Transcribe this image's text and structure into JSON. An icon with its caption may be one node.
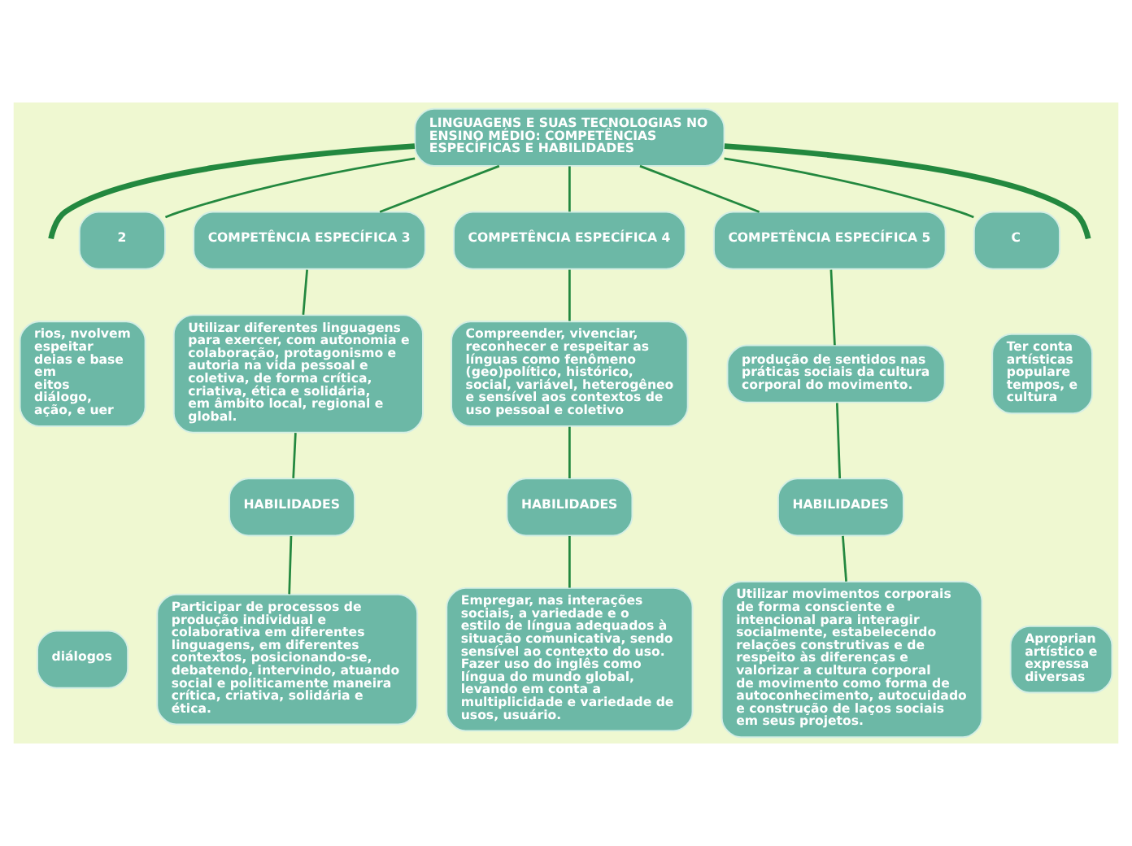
{
  "diagram": {
    "nodes": [
      {
        "text": [
          "LINGUAGENS E SUAS TECNOLOGIAS NO ENSINO MÉDIO: COMPETÊNCIAS ESPECÍFICAS E HABILIDADES"
        ]
      },
      {
        "text": [
          "2"
        ]
      },
      {
        "text": [
          "COMPETÊNCIA ESPECÍFICA 3"
        ]
      },
      {
        "text": [
          "COMPETÊNCIA ESPECÍFICA 4"
        ]
      },
      {
        "text": [
          "COMPETÊNCIA ESPECÍFICA 5"
        ]
      },
      {
        "text": [
          "C"
        ]
      },
      {
        "text": [
          "rios, nvolvem espeitar deias e base em",
          "eitos diálogo, ação, e uer"
        ]
      },
      {
        "text": [
          "Utilizar diferentes linguagens para exercer, com autonomia e colaboração, protagonismo e autoria na vida pessoal e coletiva, de forma crítica, criativa, ética e solidária, em âmbito local, regional e global."
        ]
      },
      {
        "text": [
          "Compreender, vivenciar, reconhecer e respeitar as línguas como fenômeno (geo)político, histórico, social, variável, heterogêneo e sensível aos contextos de uso pessoal e coletivo"
        ]
      },
      {
        "text": [
          "produção de sentidos nas práticas sociais da cultura corporal do movimento."
        ]
      },
      {
        "text": [
          "Ter conta artísticas populare tempos, e cultura"
        ]
      },
      {
        "text": [
          "HABILIDADES"
        ]
      },
      {
        "text": [
          "HABILIDADES"
        ]
      },
      {
        "text": [
          "HABILIDADES"
        ]
      },
      {
        "text": [
          "diálogos"
        ]
      },
      {
        "text": [
          "Participar de processos de produção individual e colaborativa em diferentes linguagens, em diferentes contextos, posicionando-se, debatendo, intervindo, atuando social e politicamente maneira crítica, criativa, solidária e ética."
        ]
      },
      {
        "text": [
          "Empregar, nas interações sociais, a variedade e o estilo de língua adequados à situação comunicativa, sendo sensível ao contexto do uso. Fazer uso do inglês como língua do mundo global, levando em conta a multiplicidade e variedade de usos, usuário."
        ]
      },
      {
        "text": [
          "Utilizar movimentos corporais de forma consciente e intencional para interagir socialmente, estabelecendo relações construtivas e de respeito às diferenças e valorizar a cultura corporal de movimento como forma de autoconhecimento, autocuidado e construção de laços sociais em seus projetos."
        ]
      },
      {
        "text": [
          "Aproprian artístico e expressa diversas"
        ]
      }
    ],
    "edges": [
      {
        "from": 0,
        "to": null,
        "arrow": "none",
        "style": "thick"
      },
      {
        "from": 0,
        "to": 1,
        "arrow": "none"
      },
      {
        "from": 0,
        "to": 2,
        "arrow": "none"
      },
      {
        "from": 0,
        "to": 3,
        "arrow": "none"
      },
      {
        "from": 0,
        "to": 4,
        "arrow": "none"
      },
      {
        "from": 0,
        "to": 5,
        "arrow": "none"
      },
      {
        "from": 0,
        "to": null,
        "arrow": "none",
        "style": "thick"
      },
      {
        "from": 2,
        "to": 7,
        "arrow": "none"
      },
      {
        "from": 7,
        "to": 11,
        "arrow": "none"
      },
      {
        "from": 11,
        "to": 15,
        "arrow": "none"
      },
      {
        "from": 3,
        "to": 8,
        "arrow": "none"
      },
      {
        "from": 8,
        "to": 12,
        "arrow": "none"
      },
      {
        "from": 12,
        "to": 16,
        "arrow": "none"
      },
      {
        "from": 4,
        "to": 9,
        "arrow": "none"
      },
      {
        "from": 9,
        "to": 13,
        "arrow": "none"
      },
      {
        "from": 13,
        "to": 17,
        "arrow": "none"
      }
    ]
  }
}
